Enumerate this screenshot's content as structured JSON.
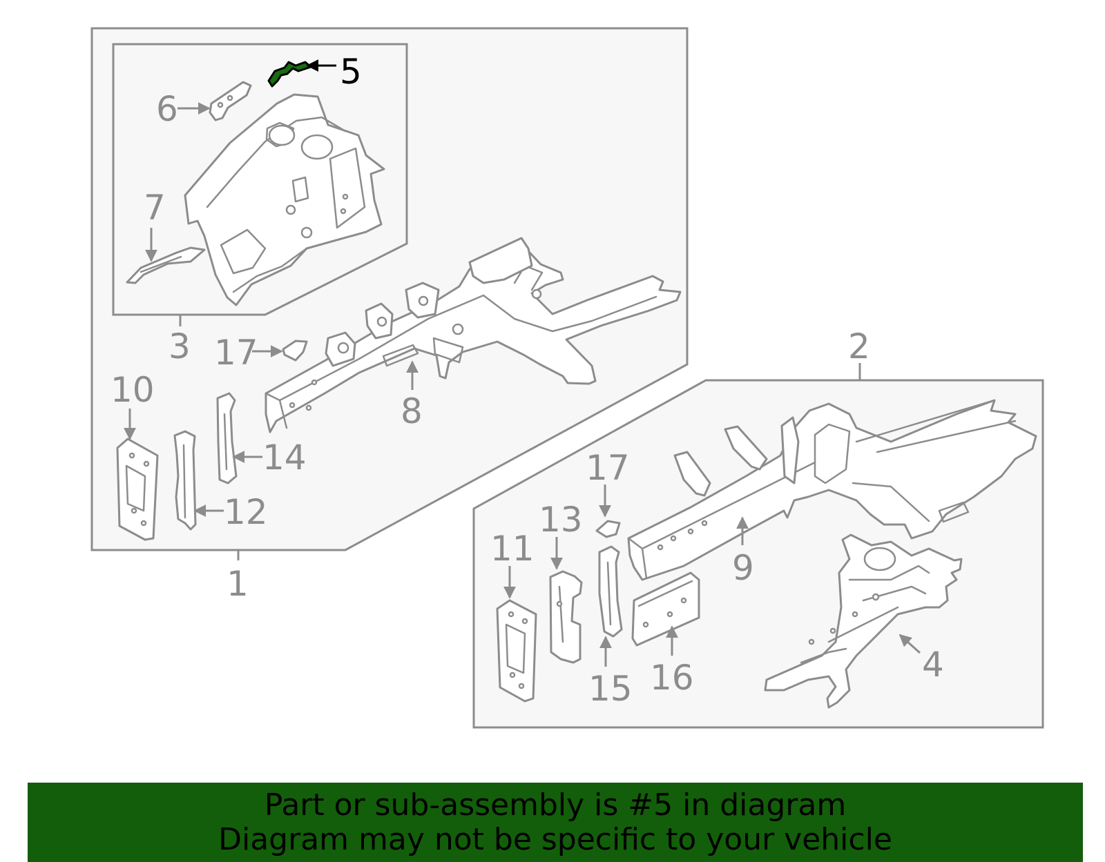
{
  "colors": {
    "highlight": "#1a6b12",
    "banner_background": "#135e0a",
    "outline": "#8c8c8c",
    "box_fill": "#f7f7f7"
  },
  "highlighted_part": "5",
  "callouts": {
    "c1": "1",
    "c2": "2",
    "c3": "3",
    "c4": "4",
    "c5": "5",
    "c6": "6",
    "c7": "7",
    "c8": "8",
    "c9": "9",
    "c10": "10",
    "c11": "11",
    "c12": "12",
    "c13": "13",
    "c14": "14",
    "c15": "15",
    "c16": "16",
    "c17a": "17",
    "c17b": "17"
  },
  "banner": {
    "line1": "Part or sub-assembly is #5 in diagram",
    "line2": "Diagram may not be specific to your vehicle"
  }
}
